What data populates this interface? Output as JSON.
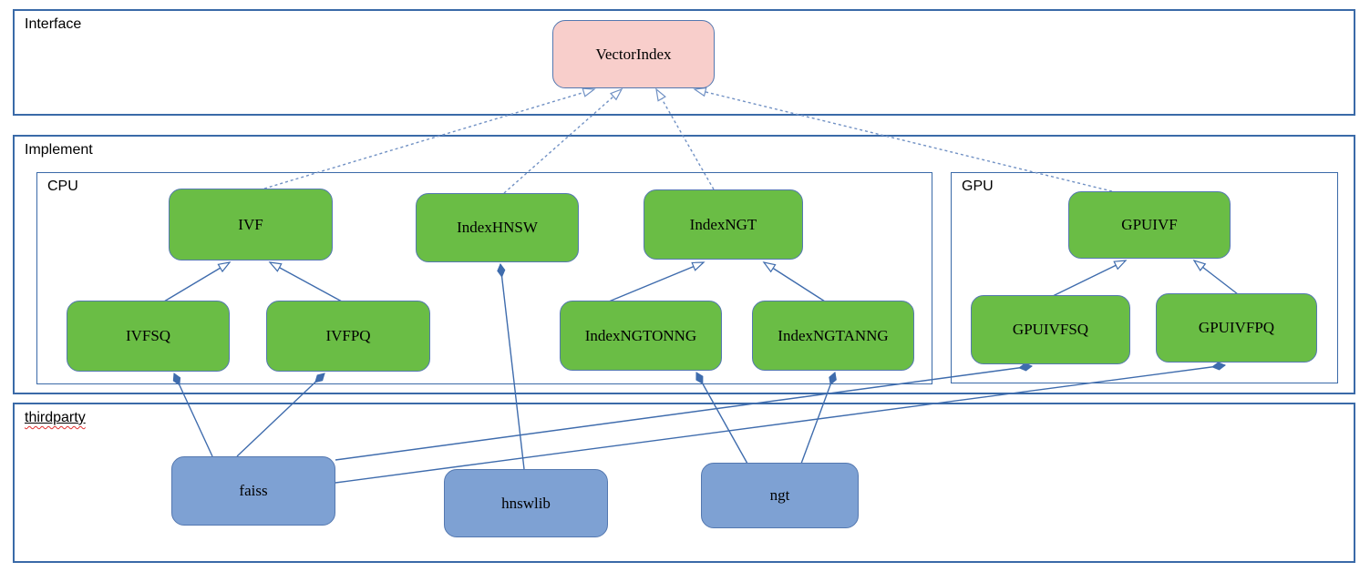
{
  "diagram": {
    "containers": [
      {
        "id": "interface",
        "label": "Interface"
      },
      {
        "id": "implement",
        "label": "Implement"
      },
      {
        "id": "cpu",
        "label": "CPU"
      },
      {
        "id": "gpu",
        "label": "GPU"
      },
      {
        "id": "thirdparty",
        "label": "thirdparty"
      }
    ],
    "nodes": [
      {
        "id": "vectorindex",
        "label": "VectorIndex",
        "group": "interface"
      },
      {
        "id": "ivf",
        "label": "IVF",
        "group": "cpu"
      },
      {
        "id": "indexhnsw",
        "label": "IndexHNSW",
        "group": "cpu"
      },
      {
        "id": "indexngt",
        "label": "IndexNGT",
        "group": "cpu"
      },
      {
        "id": "gpuivf",
        "label": "GPUIVF",
        "group": "gpu"
      },
      {
        "id": "ivfsq",
        "label": "IVFSQ",
        "group": "cpu"
      },
      {
        "id": "ivfpq",
        "label": "IVFPQ",
        "group": "cpu"
      },
      {
        "id": "indexngtonng",
        "label": "IndexNGTONNG",
        "group": "cpu"
      },
      {
        "id": "indexngtanng",
        "label": "IndexNGTANNG",
        "group": "cpu"
      },
      {
        "id": "gpuivfsq",
        "label": "GPUIVFSQ",
        "group": "gpu"
      },
      {
        "id": "gpuivfpq",
        "label": "GPUIVFPQ",
        "group": "gpu"
      },
      {
        "id": "faiss",
        "label": "faiss",
        "group": "thirdparty"
      },
      {
        "id": "hnswlib",
        "label": "hnswlib",
        "group": "thirdparty"
      },
      {
        "id": "ngt",
        "label": "ngt",
        "group": "thirdparty"
      }
    ],
    "edges": [
      {
        "from": "IVF",
        "to": "VectorIndex",
        "type": "realization"
      },
      {
        "from": "IndexHNSW",
        "to": "VectorIndex",
        "type": "realization"
      },
      {
        "from": "IndexNGT",
        "to": "VectorIndex",
        "type": "realization"
      },
      {
        "from": "GPUIVF",
        "to": "VectorIndex",
        "type": "realization"
      },
      {
        "from": "IVFSQ",
        "to": "IVF",
        "type": "inheritance"
      },
      {
        "from": "IVFPQ",
        "to": "IVF",
        "type": "inheritance"
      },
      {
        "from": "IndexNGTONNG",
        "to": "IndexNGT",
        "type": "inheritance"
      },
      {
        "from": "IndexNGTANNG",
        "to": "IndexNGT",
        "type": "inheritance"
      },
      {
        "from": "GPUIVFSQ",
        "to": "GPUIVF",
        "type": "inheritance"
      },
      {
        "from": "GPUIVFPQ",
        "to": "GPUIVF",
        "type": "inheritance"
      },
      {
        "from": "faiss",
        "to": "IVFSQ",
        "type": "composition"
      },
      {
        "from": "faiss",
        "to": "IVFPQ",
        "type": "composition"
      },
      {
        "from": "faiss",
        "to": "GPUIVFSQ",
        "type": "composition"
      },
      {
        "from": "faiss",
        "to": "GPUIVFPQ",
        "type": "composition"
      },
      {
        "from": "hnswlib",
        "to": "IndexHNSW",
        "type": "composition"
      },
      {
        "from": "ngt",
        "to": "IndexNGTONNG",
        "type": "composition"
      },
      {
        "from": "ngt",
        "to": "IndexNGTANNG",
        "type": "composition"
      }
    ],
    "colors": {
      "implement_fill": "#6abd45",
      "interface_fill": "#f8cecb",
      "thirdparty_fill": "#7ea1d3",
      "node_border": "#5478b0",
      "container_border": "#3a6aa8",
      "line": "#3f6cad",
      "line_dashed": "#7191c4",
      "text": "#000000",
      "spellcheck_underline": "#e03030"
    }
  }
}
